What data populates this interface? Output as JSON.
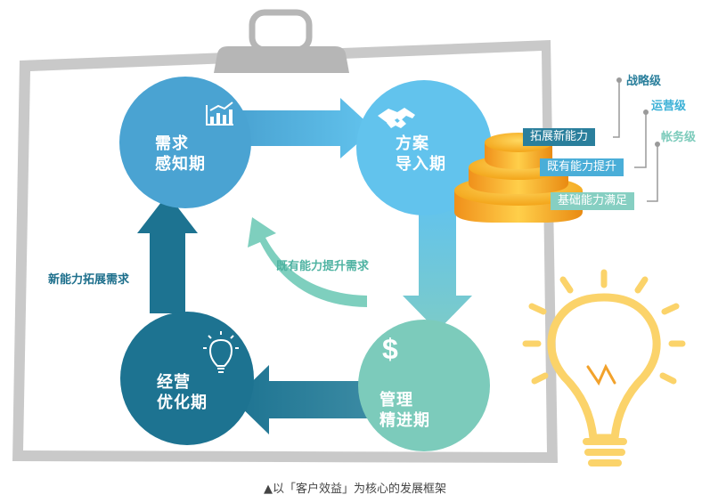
{
  "phases": [
    {
      "line1": "需求",
      "line2": "感知期",
      "icon": "bar-chart-icon",
      "color": "#4aa3d2"
    },
    {
      "line1": "方案",
      "line2": "导入期",
      "icon": "handshake-icon",
      "color": "#62c3ed"
    },
    {
      "line1": "管理",
      "line2": "精进期",
      "icon": "dollar-icon",
      "color": "#7ccbbb"
    },
    {
      "line1": "经营",
      "line2": "优化期",
      "icon": "lightbulb-icon",
      "color": "#1d7391"
    }
  ],
  "arrows": {
    "new_capability": "新能力拓展需求",
    "existing_capability": "既有能力提升需求"
  },
  "tiers": {
    "levels": [
      {
        "label": "战略级",
        "color": "#2a7f9c"
      },
      {
        "label": "运营级",
        "color": "#3ab0d6"
      },
      {
        "label": "帐务级",
        "color": "#7ccbbb"
      }
    ],
    "tags": [
      {
        "label": "拓展新能力",
        "color": "#2a7f9c"
      },
      {
        "label": "既有能力提升",
        "color": "#4aaed8"
      },
      {
        "label": "基础能力满足",
        "color": "#86cfc2"
      }
    ]
  },
  "caption": "▲以「客户效益」为核心的发展框架"
}
